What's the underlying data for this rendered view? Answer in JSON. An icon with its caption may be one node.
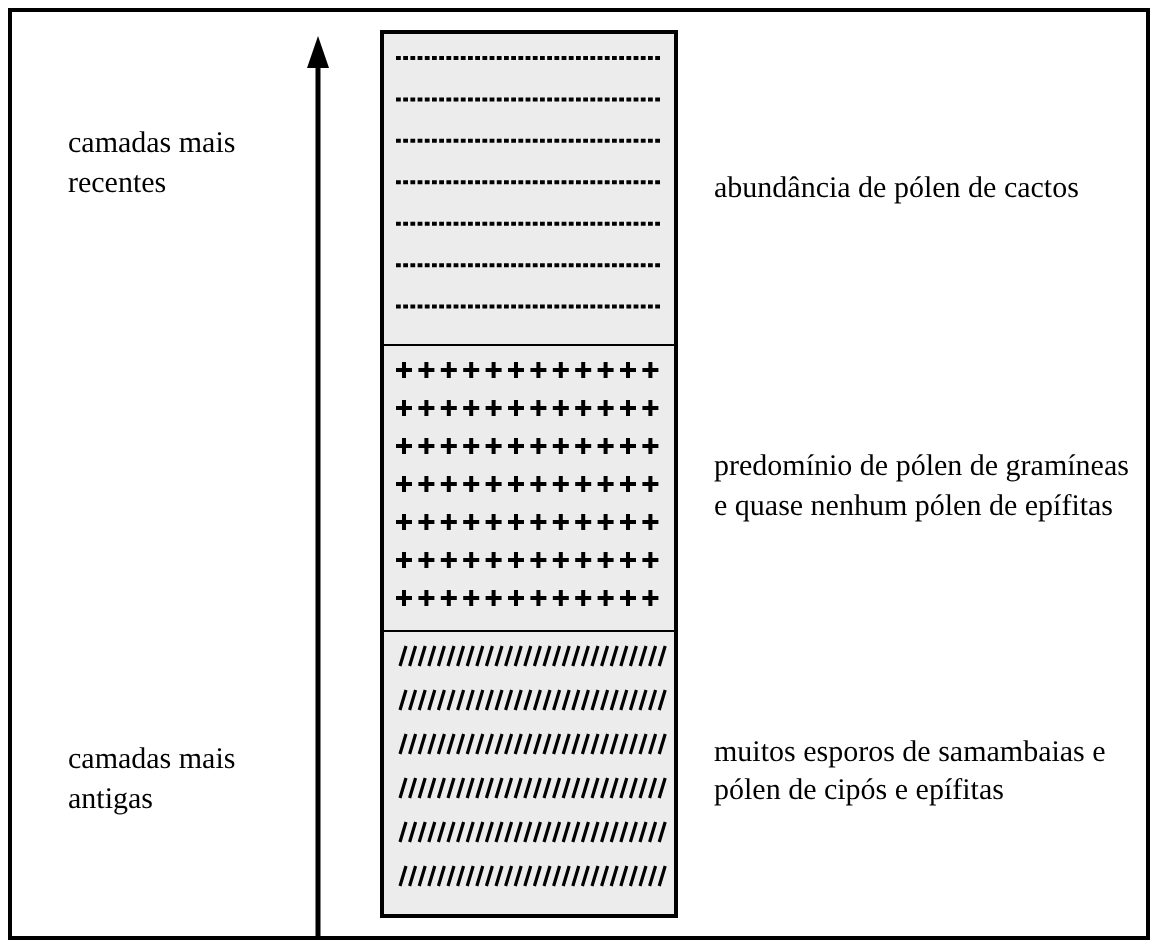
{
  "diagram": {
    "nodes": [
      {
        "text": [],
        "shape": "box",
        "beside": [
          "abundância de pólen de cactos"
        ]
      },
      {
        "text": [],
        "shape": "box",
        "beside": [
          "predomínio de pólen de gramíneas e quase nenhum pólen de epífitas"
        ]
      },
      {
        "text": [],
        "shape": "box",
        "beside": [
          "muitos esporos de samambaias e pólen de cipós e epífitas"
        ]
      }
    ],
    "labels": [
      "camadas mais recentes",
      "camadas mais antigas"
    ]
  }
}
